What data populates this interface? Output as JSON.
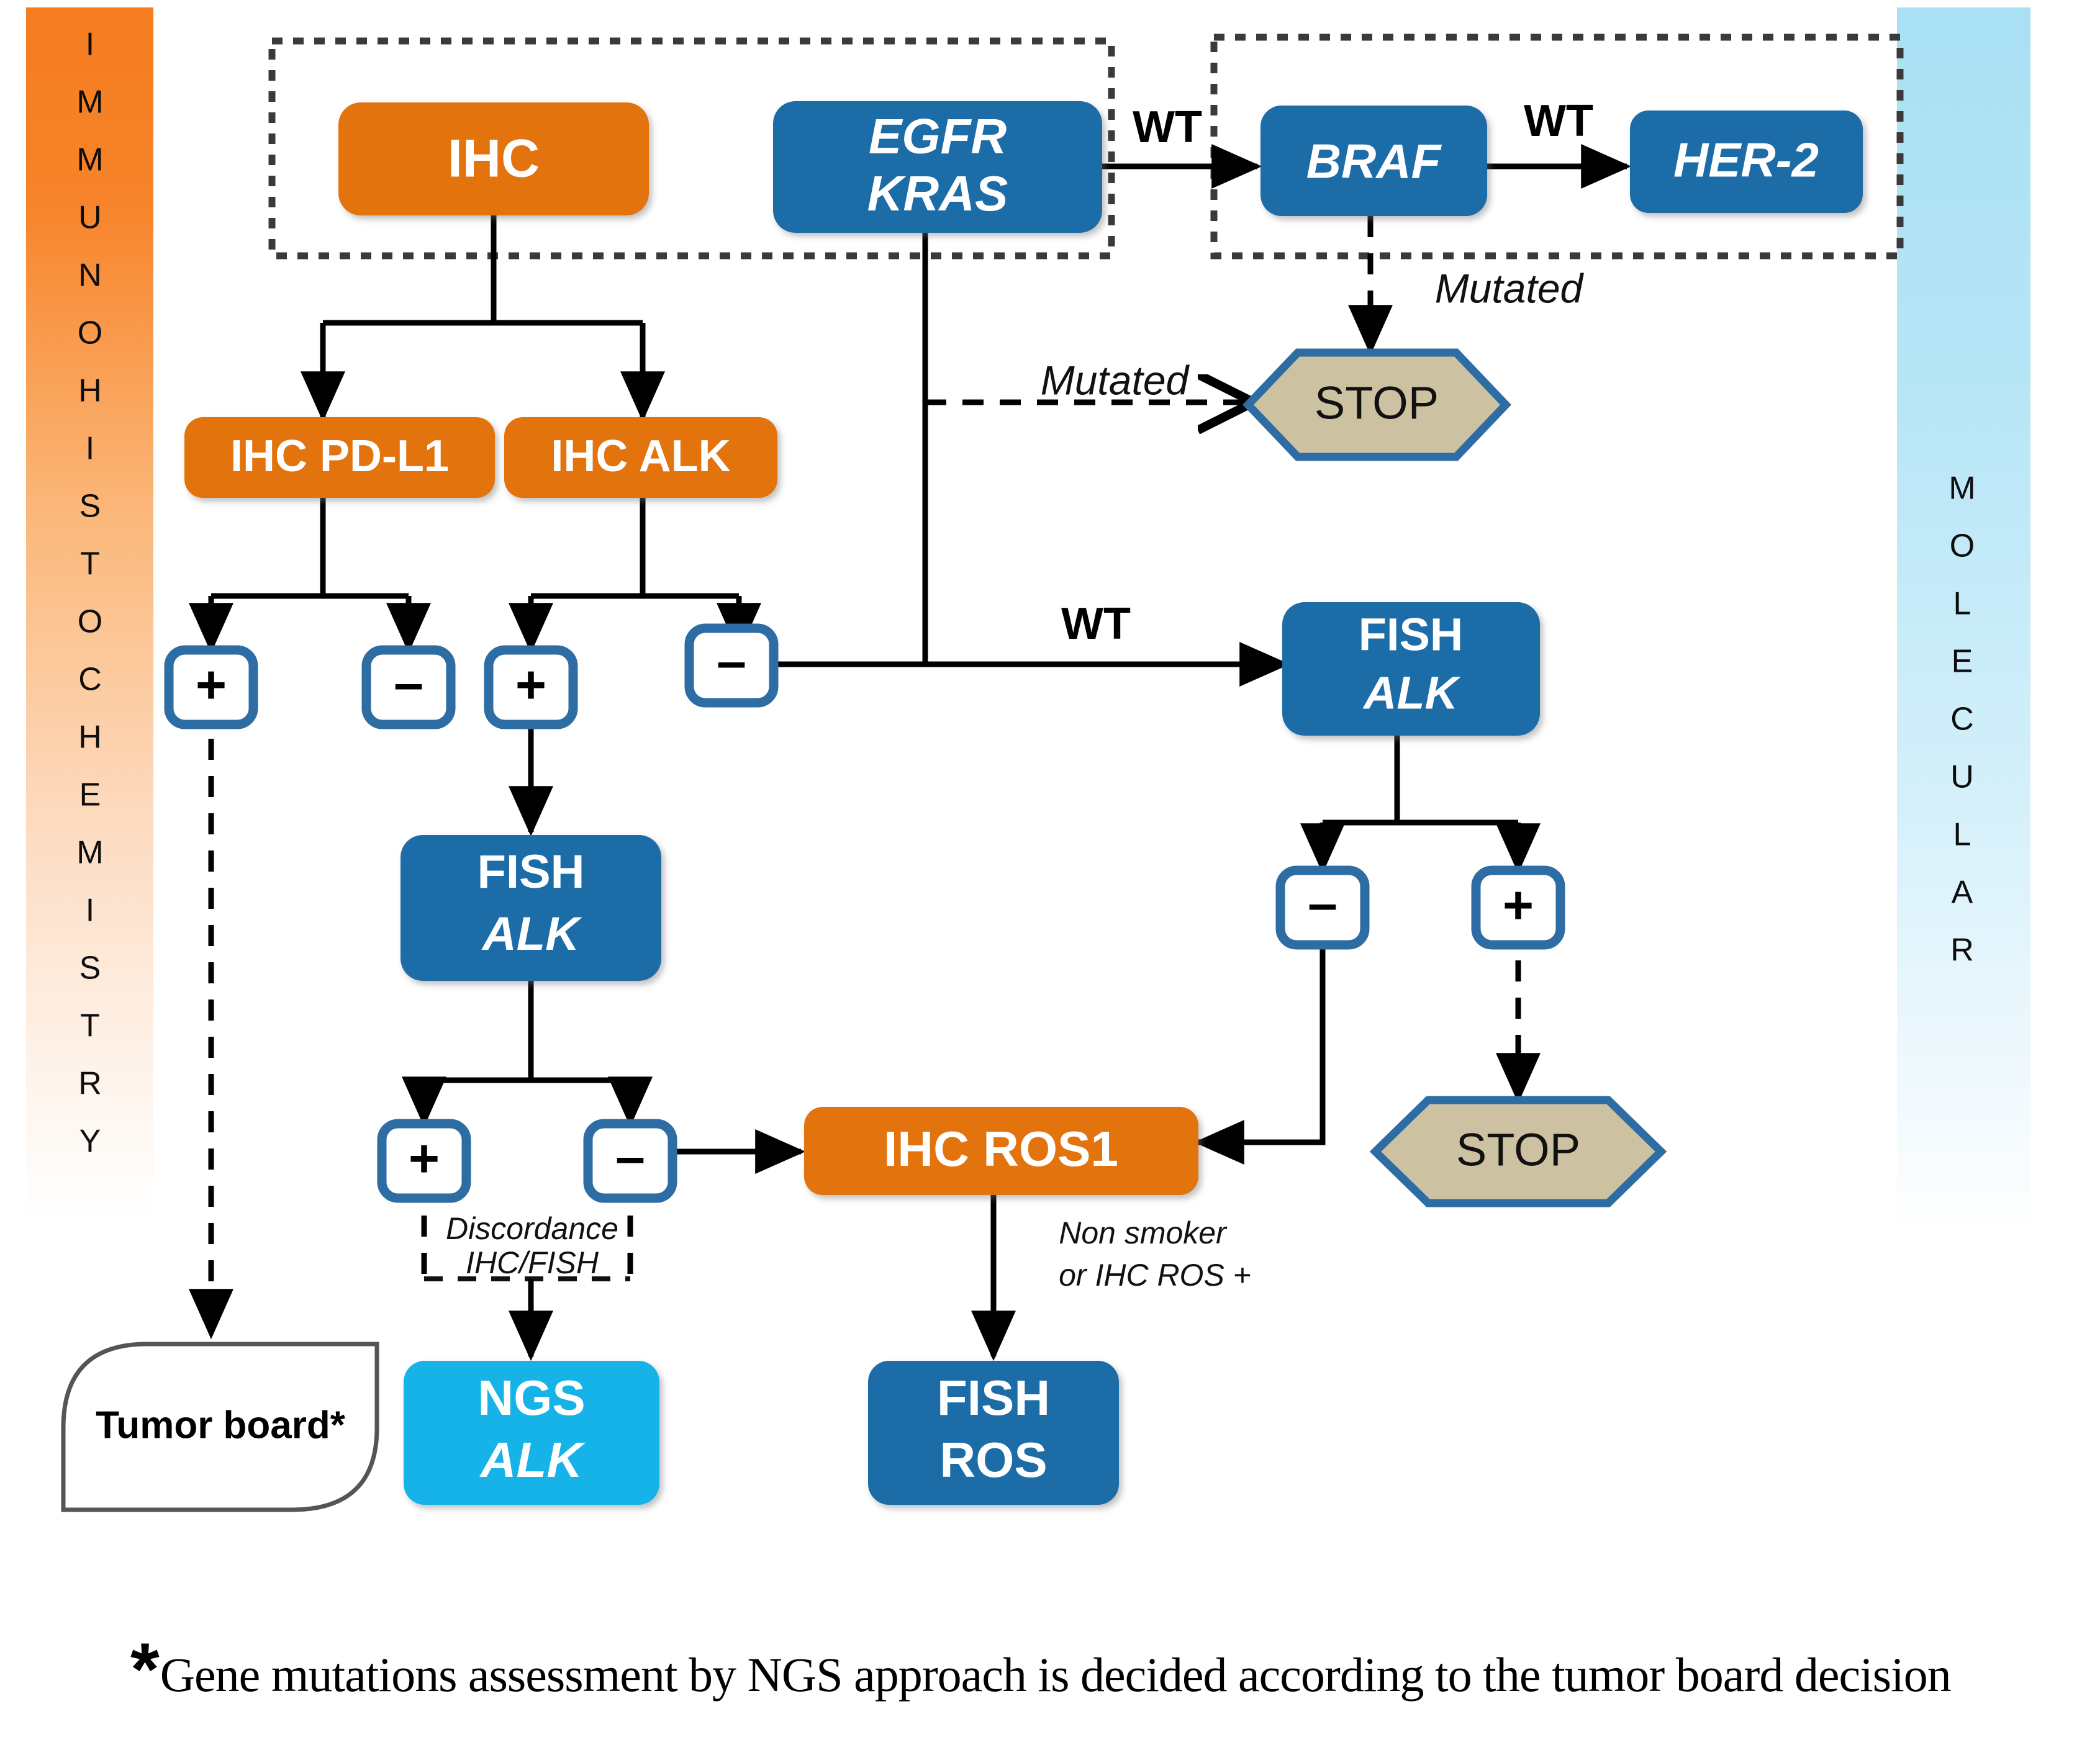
{
  "sidebars": {
    "left": {
      "name": "IMMUNOHISTOCHEMISTRY",
      "color": "#F57C1F"
    },
    "right": {
      "name": "MOLECULAR",
      "color": "#AEE2F5"
    }
  },
  "palette": {
    "orange": "#E3730B",
    "blue": "#1B6CA8",
    "cyan": "#17B3E8",
    "stop_fill": "#CCC1A0",
    "stop_stroke": "#2E6CA4",
    "pm_stroke": "#2E6CA4",
    "line": "#000000"
  },
  "nodes": [
    {
      "id": "ihc",
      "label": "IHC",
      "label2": "",
      "shape": "rounded",
      "style": "orange"
    },
    {
      "id": "egfr_kras",
      "label": "EGFR",
      "label2": "KRAS",
      "shape": "rounded",
      "style": "blue-italic"
    },
    {
      "id": "braf",
      "label": "BRAF",
      "label2": "",
      "shape": "rounded",
      "style": "blue-italic"
    },
    {
      "id": "her2",
      "label": "HER-2",
      "label2": "",
      "shape": "rounded",
      "style": "blue-italic"
    },
    {
      "id": "ihc_pdl1",
      "label": "IHC PD-L1",
      "label2": "",
      "shape": "rounded",
      "style": "orange"
    },
    {
      "id": "ihc_alk",
      "label": "IHC ALK",
      "label2": "",
      "shape": "rounded",
      "style": "orange"
    },
    {
      "id": "stop_top",
      "label": "STOP",
      "label2": "",
      "shape": "hexagon",
      "style": "stop"
    },
    {
      "id": "fish_alk_r",
      "label": "FISH",
      "label2": "ALK",
      "shape": "rounded",
      "style": "blue-mixed"
    },
    {
      "id": "fish_alk_l",
      "label": "FISH",
      "label2": "ALK",
      "shape": "rounded",
      "style": "blue-mixed"
    },
    {
      "id": "stop_bot",
      "label": "STOP",
      "label2": "",
      "shape": "hexagon",
      "style": "stop"
    },
    {
      "id": "ihc_ros1",
      "label": "IHC ROS1",
      "label2": "",
      "shape": "rounded",
      "style": "orange"
    },
    {
      "id": "ngs_alk",
      "label": "NGS",
      "label2": "ALK",
      "shape": "rounded",
      "style": "cyan-mixed"
    },
    {
      "id": "fish_ros",
      "label": "FISH",
      "label2": "ROS",
      "shape": "rounded",
      "style": "blue-plain"
    },
    {
      "id": "tumor_board",
      "label": "Tumor board*",
      "label2": "",
      "shape": "tag",
      "style": "white"
    }
  ],
  "decision_nodes": [
    {
      "id": "pdl1_pos",
      "label": "+"
    },
    {
      "id": "pdl1_neg",
      "label": "–"
    },
    {
      "id": "alk_pos",
      "label": "+"
    },
    {
      "id": "alk_neg",
      "label": "–"
    },
    {
      "id": "fishr_neg",
      "label": "–"
    },
    {
      "id": "fishr_pos",
      "label": "+"
    },
    {
      "id": "fishl_pos",
      "label": "+"
    },
    {
      "id": "fishl_neg",
      "label": "–"
    }
  ],
  "edge_labels": {
    "wt1": "WT",
    "wt2": "WT",
    "wt3": "WT",
    "mutated_left": "Mutated",
    "mutated_right": "Mutated",
    "discordance_line1": "Discordance",
    "discordance_line2": "IHC/FISH",
    "nonsmoker_line1": "Non smoker",
    "nonsmoker_line2": "or IHC ROS +"
  },
  "footnote": {
    "star": "*",
    "text": "Gene mutations assessment by NGS approach is decided according to the tumor board decision"
  }
}
